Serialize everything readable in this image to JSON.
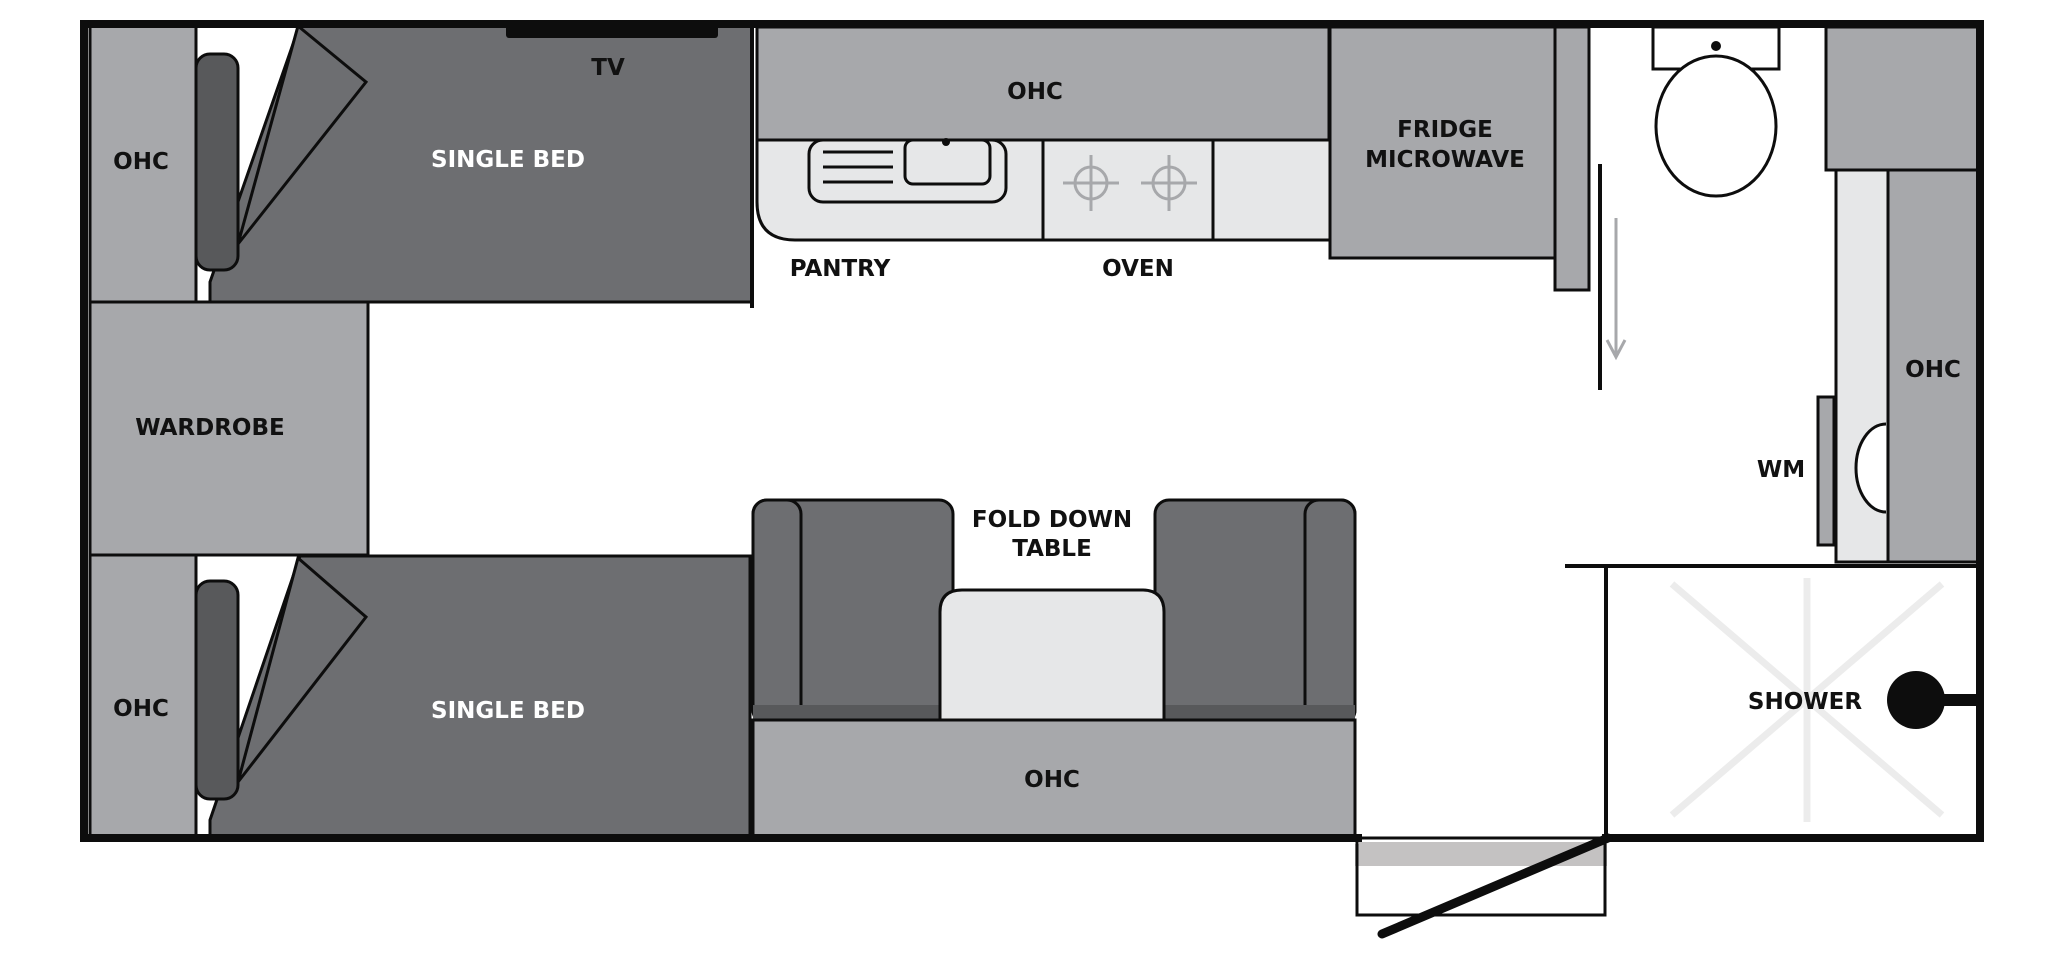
{
  "labels": {
    "ohc_top_left": "OHC",
    "tv": "TV",
    "single_bed_top": "SINGLE BED",
    "ohc_top_center": "OHC",
    "pantry": "PANTRY",
    "oven": "OVEN",
    "fridge_line1": "FRIDGE",
    "fridge_line2": "MICROWAVE",
    "wardrobe": "WARDROBE",
    "ohc_right": "OHC",
    "wm": "WM",
    "table_line1": "FOLD DOWN",
    "table_line2": "TABLE",
    "ohc_bottom_left": "OHC",
    "single_bed_bottom": "SINGLE BED",
    "ohc_bottom_center": "OHC",
    "shower": "SHOWER"
  },
  "colors": {
    "wall": "#0d0d0d",
    "cabinet": "#a7a8ab",
    "bed": "#6d6e71",
    "bed_dark": "#58595b",
    "bench": "#e6e7e8",
    "shadow": "#c4c2c2",
    "floor": "#ffffff",
    "faint": "#ececec",
    "arrow": "#a7a8ab"
  }
}
